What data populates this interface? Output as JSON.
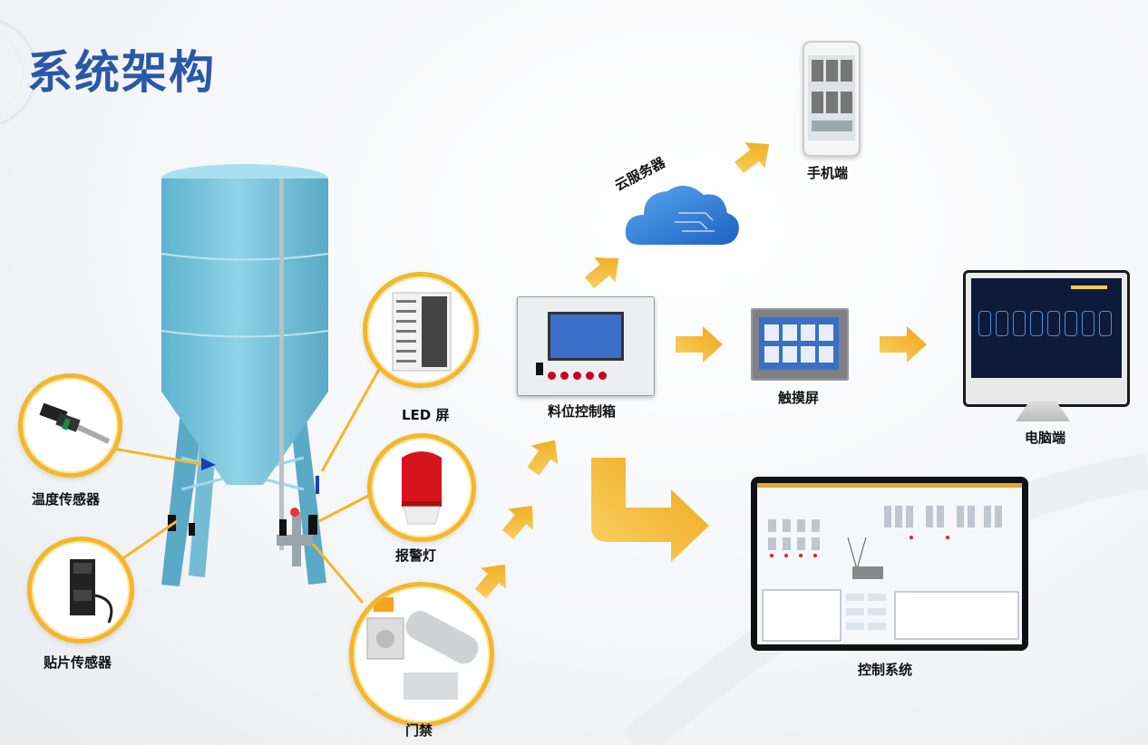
{
  "page": {
    "title": "系统架构"
  },
  "devices": {
    "temperature_sensor": "温度传感器",
    "patch_sensor": "贴片传感器",
    "led_screen": "LED 屏",
    "alarm_light": "报警灯",
    "access_gate": "门禁",
    "control_box": "料位控制箱",
    "cloud_server": "云服务器",
    "mobile": "手机端",
    "touch_screen": "触摸屏",
    "computer": "电脑端",
    "control_system": "控制系统"
  },
  "colors": {
    "title": "#2a58a8",
    "ring": "#f4b62a",
    "arrow": "#f6b526",
    "silo": "#7ec6dc",
    "cloud": "#2d7fd6"
  }
}
